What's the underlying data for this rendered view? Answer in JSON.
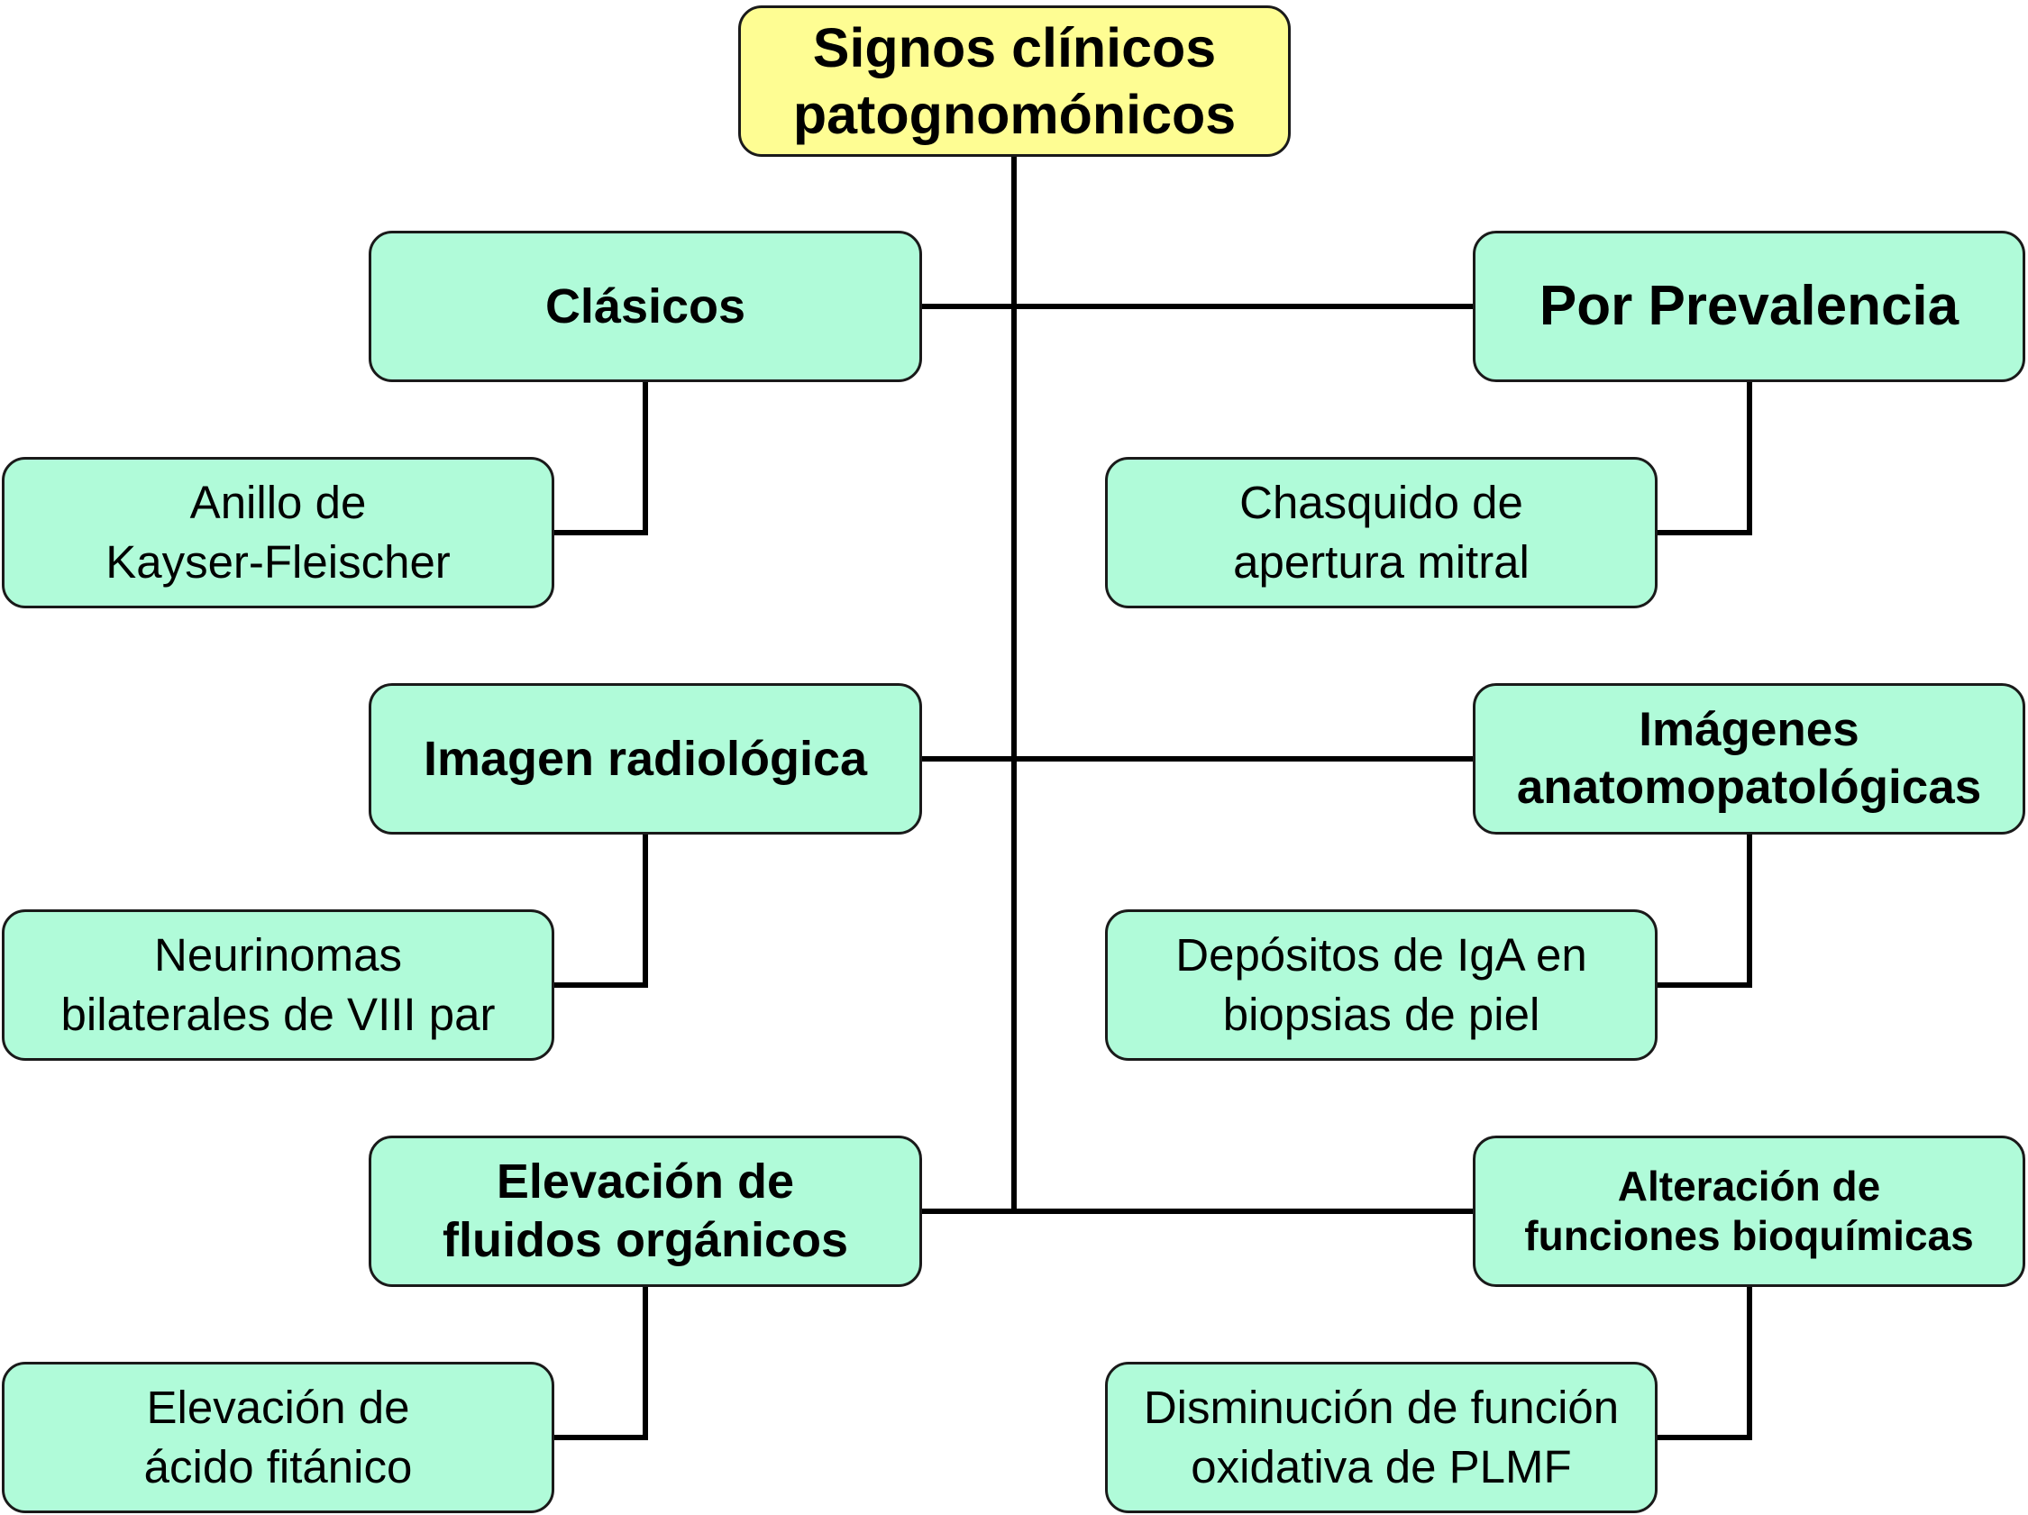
{
  "root": {
    "label": "Signos clínicos\npatognomónicos"
  },
  "categories": {
    "clasicos": "Clásicos",
    "prevalencia": "Por Prevalencia",
    "radiologica": "Imagen radiológica",
    "anatomopatologicas": "Imágenes\nanatomopatológicas",
    "fluidos": "Elevación de\nfluidos orgánicos",
    "bioquimicas": "Alteración de\nfunciones bioquímicas"
  },
  "examples": {
    "kayser": "Anillo de\nKayser-Fleischer",
    "chasquido": "Chasquido de\napertura mitral",
    "neurinomas": "Neurinomas\nbilaterales de VIII par",
    "iga": "Depósitos de IgA en\nbiopsias de piel",
    "fitanico": "Elevación de\nácido fitánico",
    "plmf": "Disminución de función\noxidativa de PLMF"
  },
  "colors": {
    "root_fill": "#fefd93",
    "node_fill": "#b0fbd9",
    "stroke": "#000000"
  }
}
